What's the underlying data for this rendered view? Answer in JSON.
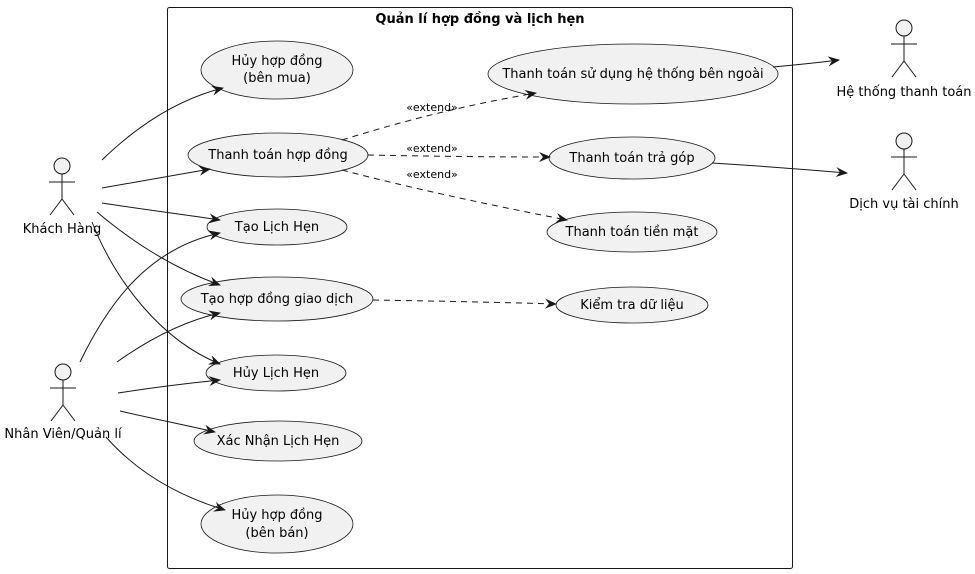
{
  "system": {
    "title": "Quản lí hợp đồng và lịch hẹn"
  },
  "actors": {
    "customer": "Khách Hàng",
    "staff": "Nhân Viên/Quản lí",
    "payment_system": "Hệ thống thanh toán",
    "finance_service": "Dịch vụ tài chính"
  },
  "use_cases": {
    "cancel_contract_buyer": [
      "Hủy hợp đồng",
      "(bên mua)"
    ],
    "pay_contract": "Thanh toán hợp đồng",
    "create_appointment": "Tạo Lịch Hẹn",
    "create_contract": "Tạo hợp đồng giao dịch",
    "cancel_appointment": "Hủy Lịch Hẹn",
    "confirm_appointment": "Xác Nhận Lịch Hẹn",
    "cancel_contract_seller": [
      "Hủy hợp đồng",
      "(bên bán)"
    ],
    "pay_external": "Thanh toán sử dụng hệ thống bên ngoài",
    "pay_installment": "Thanh toán trả góp",
    "pay_cash": "Thanh toán tiền mặt",
    "validate_data": "Kiểm tra dữ liệu"
  },
  "relations": {
    "extend_label": "«extend»"
  }
}
